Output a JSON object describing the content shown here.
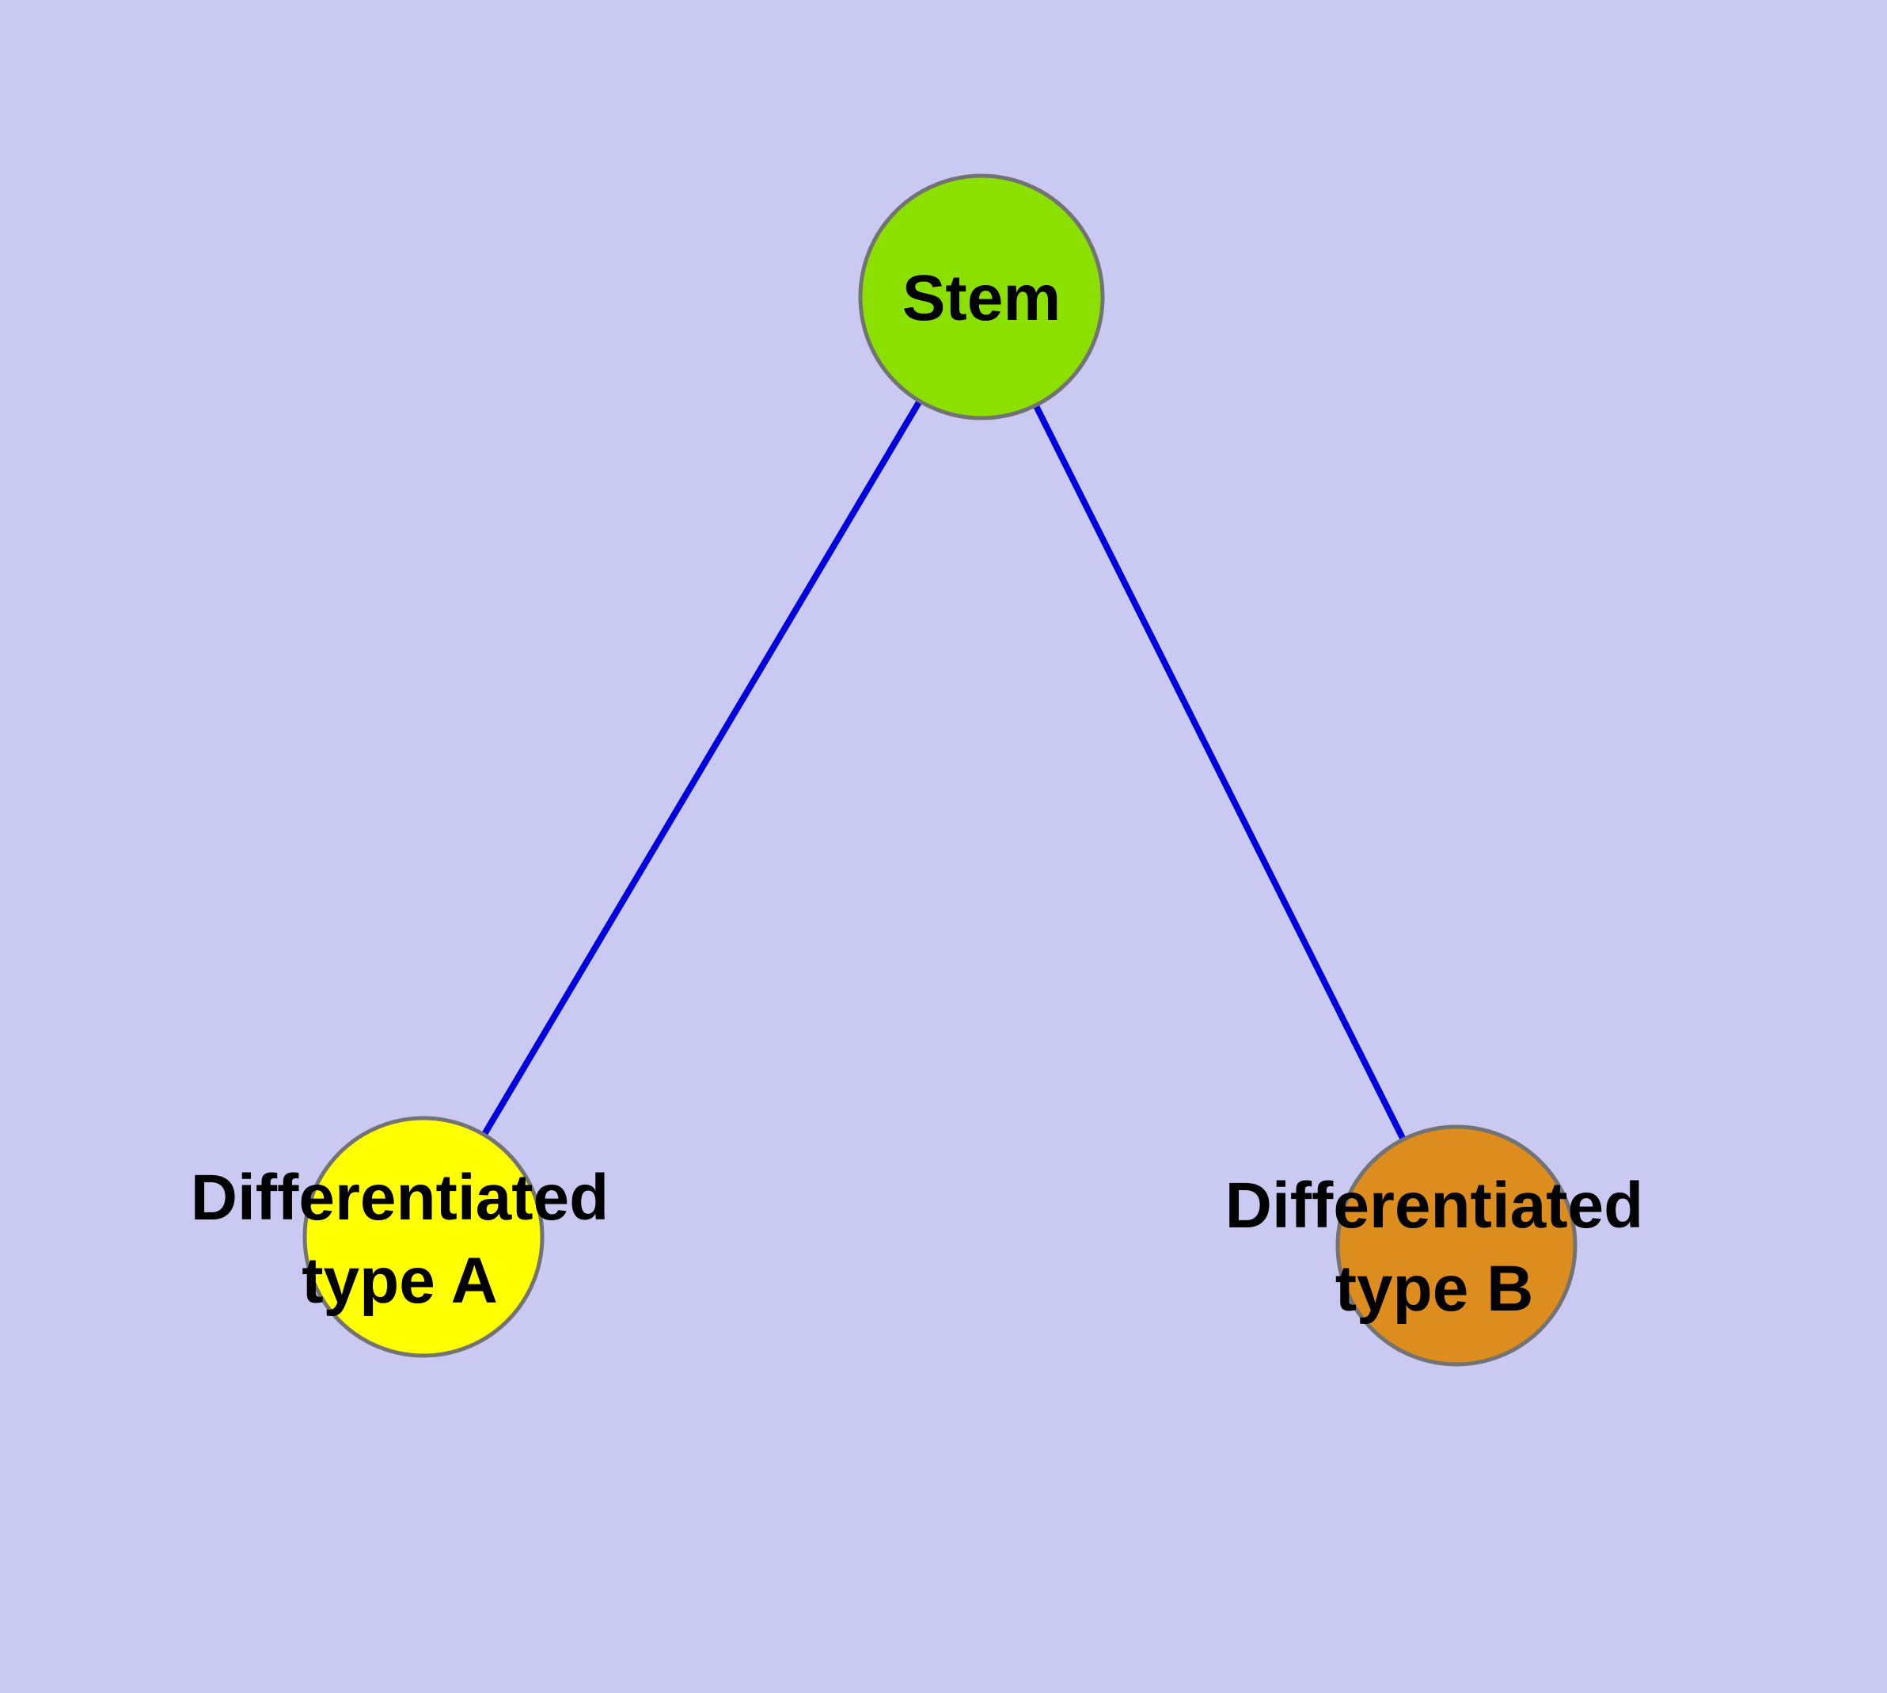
{
  "diagram": {
    "background_color": "#c9c9f2",
    "edge_color": "#0000dd",
    "label_color": "#000000",
    "node_stroke_color": "#737373",
    "nodes": {
      "stem": {
        "label": "Stem",
        "fill": "#8ce000"
      },
      "type_a": {
        "label": "Differentiated type A",
        "label_line1": "Differentiated",
        "label_line2": "type A",
        "fill": "#ffff00"
      },
      "type_b": {
        "label": "Differentiated type B",
        "label_line1": "Differentiated",
        "label_line2": "type B",
        "fill": "#dd8c1e"
      }
    },
    "edges": [
      {
        "from": "Stem",
        "to": "Differentiated type A"
      },
      {
        "from": "Stem",
        "to": "Differentiated type B"
      }
    ]
  }
}
